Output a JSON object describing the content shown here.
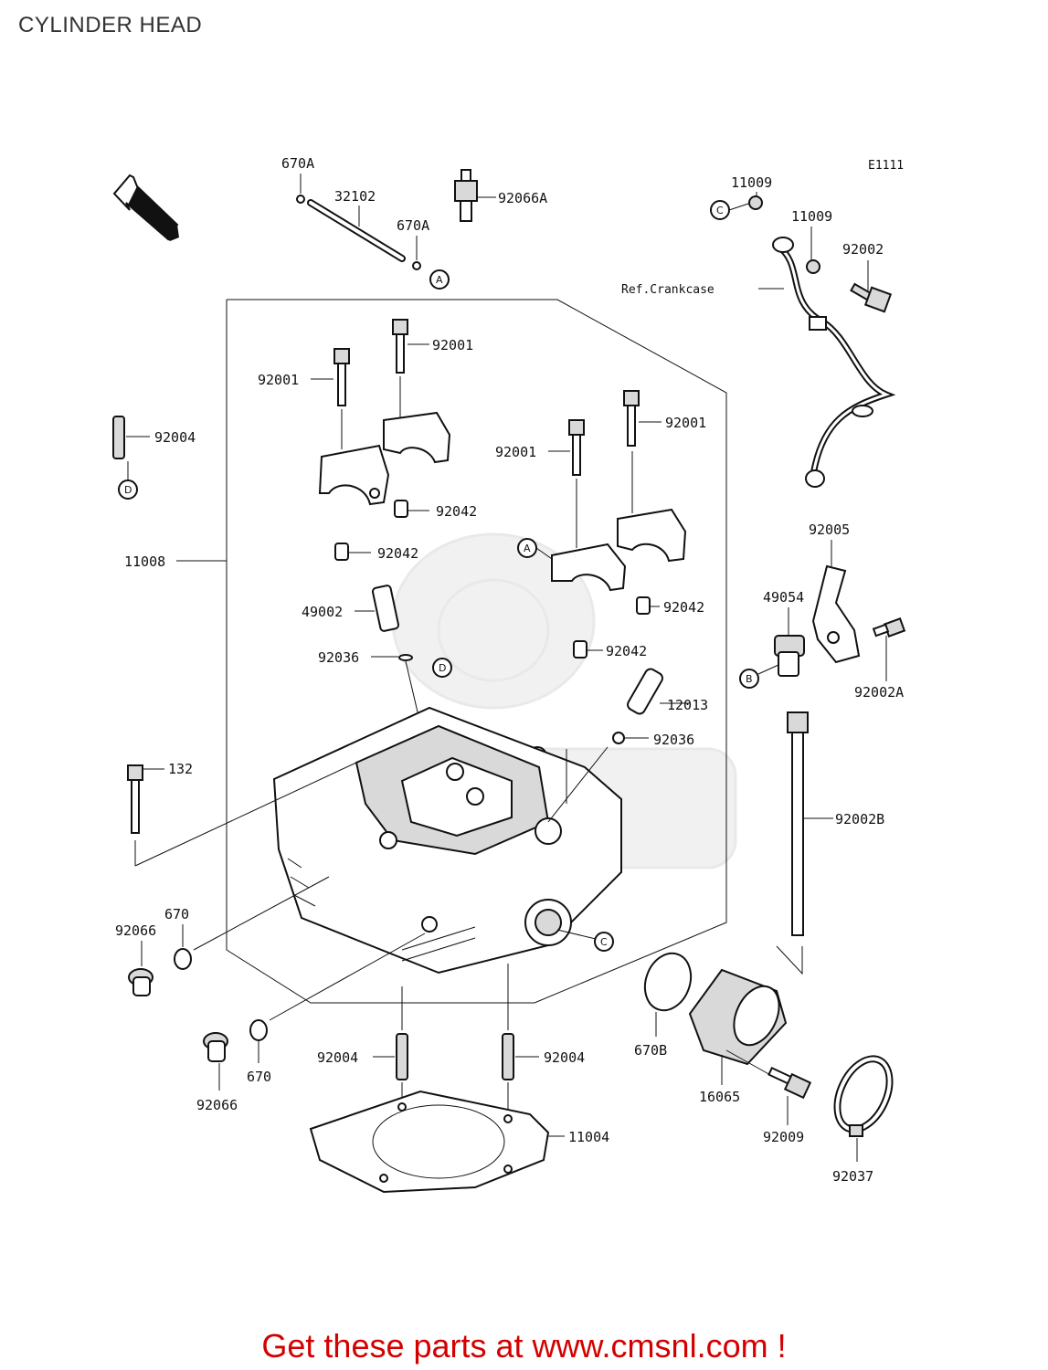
{
  "title": "CYLINDER HEAD",
  "diagram_code": "E1111",
  "front_arrow_label": "FRONT",
  "reference_note": "Ref.Crankcase",
  "callouts": [
    {
      "id": "A",
      "label": "A"
    },
    {
      "id": "B",
      "label": "B"
    },
    {
      "id": "C",
      "label": "C"
    },
    {
      "id": "D",
      "label": "D"
    }
  ],
  "part_numbers": {
    "p670A_top": "670A",
    "p32102": "32102",
    "p670A_mid": "670A",
    "p92066A": "92066A",
    "p11009_a": "11009",
    "p11009_b": "11009",
    "p92002": "92002",
    "p92001_a": "92001",
    "p92001_b": "92001",
    "p92001_c": "92001",
    "p92001_d": "92001",
    "p92004_top": "92004",
    "p92042_a": "92042",
    "p92042_b": "92042",
    "p92042_c": "92042",
    "p92042_d": "92042",
    "p11008": "11008",
    "p49002": "49002",
    "p92036_a": "92036",
    "p92036_b": "92036",
    "p12013": "12013",
    "p92005": "92005",
    "p49054": "49054",
    "p92002A": "92002A",
    "p132": "132",
    "p92002B": "92002B",
    "p670_a": "670",
    "p92066_a": "92066",
    "p670_b": "670",
    "p92066_b": "92066",
    "p92004_left": "92004",
    "p92004_right": "92004",
    "p11004": "11004",
    "p670B": "670B",
    "p16065": "16065",
    "p92009": "92009",
    "p92037": "92037"
  },
  "footer_text": "Get these parts at www.cmsnl.com !"
}
